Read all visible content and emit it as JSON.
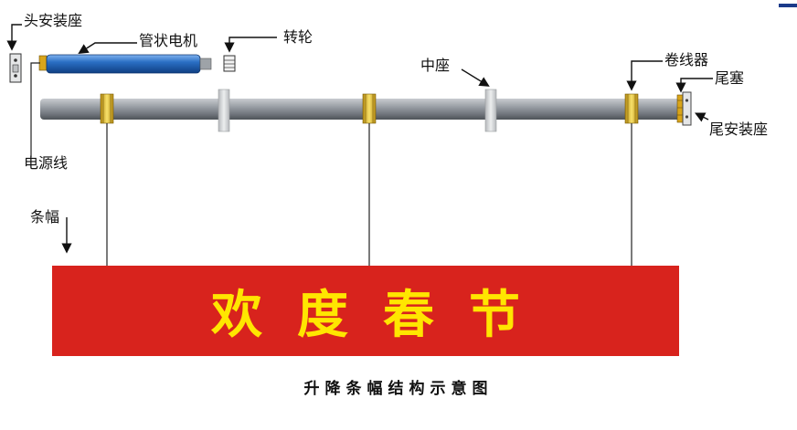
{
  "labels": {
    "head_mount": "头安装座",
    "tubular_motor": "管状电机",
    "adapter_wheel": "转轮",
    "power_cord": "电源线",
    "banner_label": "条幅",
    "middle_mount": "中座",
    "winder": "卷线器",
    "end_plug": "尾塞",
    "tail_mount": "尾安装座"
  },
  "banner": {
    "text": "欢度春节",
    "background": "#d8231d",
    "text_color": "#ffe600"
  },
  "caption": "升降条幅结构示意图",
  "colors": {
    "tube": "#8a8f96",
    "motor": "#1f5fb0",
    "winder_ring": "#e8c640",
    "mount": "#d8dadc"
  }
}
